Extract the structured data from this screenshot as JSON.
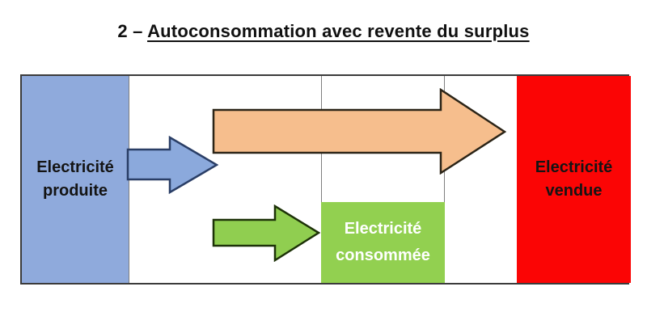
{
  "title": {
    "number_prefix": "2 – ",
    "text": "Autoconsommation avec revente du surplus"
  },
  "diagram": {
    "produced_box": {
      "label": "Electricité produite",
      "color": "#8FAADC",
      "text_color": "#141414"
    },
    "consumed_box": {
      "label": "Electricité consommée",
      "color": "#92D050",
      "text_color": "#FFFFFF"
    },
    "sold_box": {
      "label": "Electricité vendue",
      "color": "#FB0505",
      "text_color": "#141414"
    },
    "arrows": {
      "surplus_flow": {
        "description": "large arrow from produced to sold",
        "color": "#F6BE8D"
      },
      "production_flow": {
        "description": "small arrow out of produced box",
        "color": "#8BA9DC"
      },
      "consumption_flow": {
        "description": "arrow into consumed box",
        "color": "#90CE50"
      }
    },
    "frame_border_color": "#3b3b3b",
    "separator_color": "#7f7f7f"
  }
}
